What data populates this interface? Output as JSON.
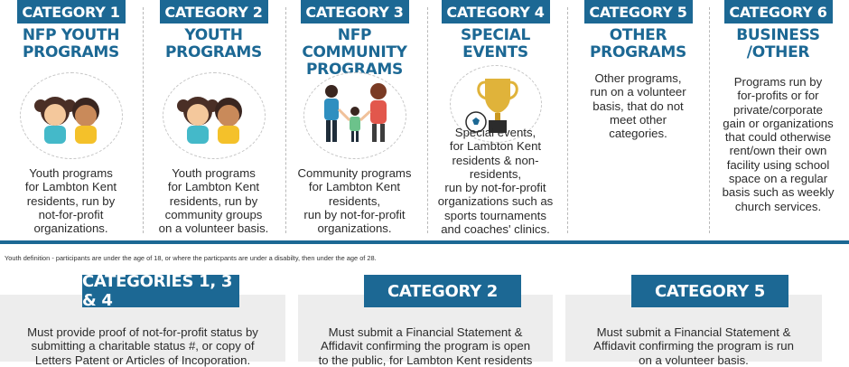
{
  "categories": [
    {
      "label": "Category 1",
      "title": "NFP Youth\nPrograms",
      "desc": "Youth programs\nfor Lambton Kent\nresidents, run by\nnot-for-profit\norganizations.",
      "icon": "children-icon"
    },
    {
      "label": "Category 2",
      "title": "Youth\nPrograms",
      "desc": "Youth programs\nfor Lambton Kent\nresidents, run by\ncommunity groups\non a volunteer basis.",
      "icon": "children-icon"
    },
    {
      "label": "Category 3",
      "title": "NFP Community\nPrograms",
      "desc": "Community programs\nfor Lambton Kent\nresidents,\nrun by not-for-profit\norganizations.",
      "icon": "family-icon"
    },
    {
      "label": "Category 4",
      "title": "Special\nEvents",
      "desc": "Special events,\nfor Lambton Kent\nresidents & non-\nresidents,\nrun by not-for-profit\norganizations such as\nsports tournaments\nand coaches' clinics.",
      "icon": "trophy-icon"
    },
    {
      "label": "Category 5",
      "title": "Other\nPrograms",
      "desc": "Other programs,\nrun on a volunteer\nbasis, that do not\nmeet other\ncategories.",
      "icon": ""
    },
    {
      "label": "Category 6",
      "title": "Business\n/Other",
      "desc": "Programs run by\nfor-profits or for\nprivate/corporate\ngain or organizations\nthat could otherwise\nrent/own their own\nfacility using school\nspace on a regular\nbasis such as weekly\nchurch services.",
      "icon": ""
    }
  ],
  "footnote": "Youth definition - participants are under the age of 18, or where the particpants are under a disabilty, then under the age of 28.",
  "requirements": [
    {
      "label": "Categories 1, 3 & 4",
      "text": "Must provide proof of not-for-profit status by\nsubmitting a charitable status #, or copy of\nLetters Patent or Articles of Incoporation."
    },
    {
      "label": "Category 2",
      "text": "Must submit a Financial Statement &\nAffidavit confirming the program is open\nto the public, for Lambton Kent residents"
    },
    {
      "label": "Category 5",
      "text": "Must submit a Financial Statement &\nAffidavit confirming the program is run\non a volunteer basis."
    }
  ],
  "colors": {
    "accent": "#1c6894",
    "panel": "#ededed"
  }
}
